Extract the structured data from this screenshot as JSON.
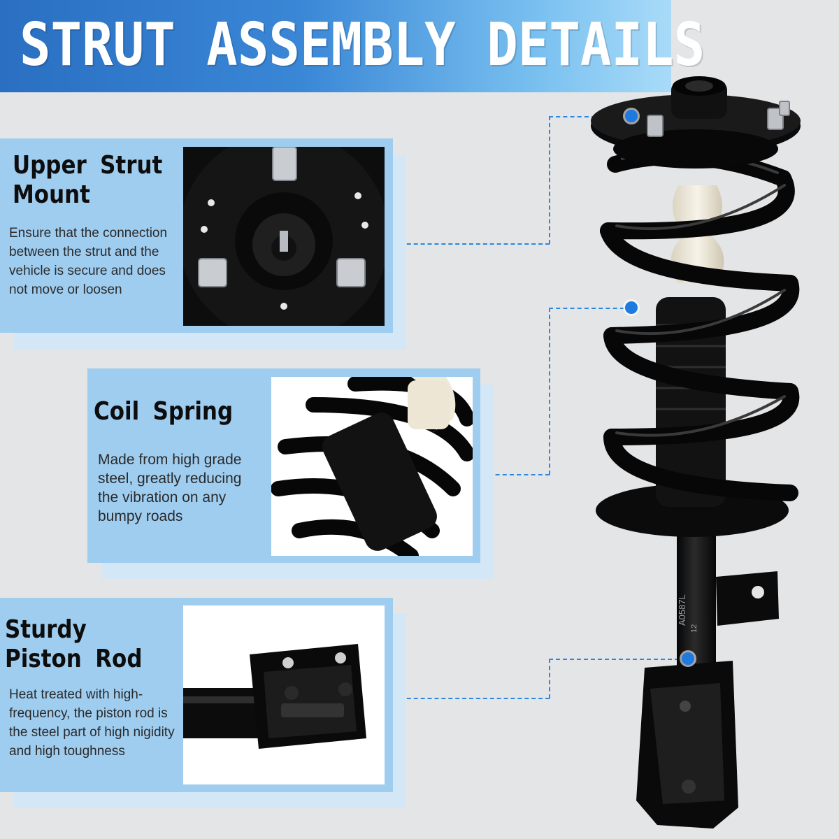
{
  "banner": {
    "title": "STRUT ASSEMBLY DETAILS",
    "gradient_start": "#2a6fc2",
    "gradient_end": "#a9dbf8"
  },
  "colors": {
    "panel": "#9fcdf0",
    "panel_shadow": "#d3e7f6",
    "callout": "#1f7ae0",
    "background": "#e4e5e7"
  },
  "features": [
    {
      "heading": "Upper Strut Mount",
      "description": "Ensure that the connection between the strut and the vehicle is secure and does not move or loosen",
      "photo": "upper-strut-mount-closeup"
    },
    {
      "heading": "Coil Spring",
      "description": "Made from high grade steel, greatly reducing the vibration on any bumpy roads",
      "photo": "coil-spring-closeup"
    },
    {
      "heading": "Sturdy Piston Rod",
      "description": "Heat treated with high-frequency, the piston rod is the steel part of high nigidity and high toughness",
      "photo": "piston-rod-closeup"
    }
  ],
  "main_image": {
    "part_marking": "A0587L",
    "part_marking_sub": "12"
  }
}
